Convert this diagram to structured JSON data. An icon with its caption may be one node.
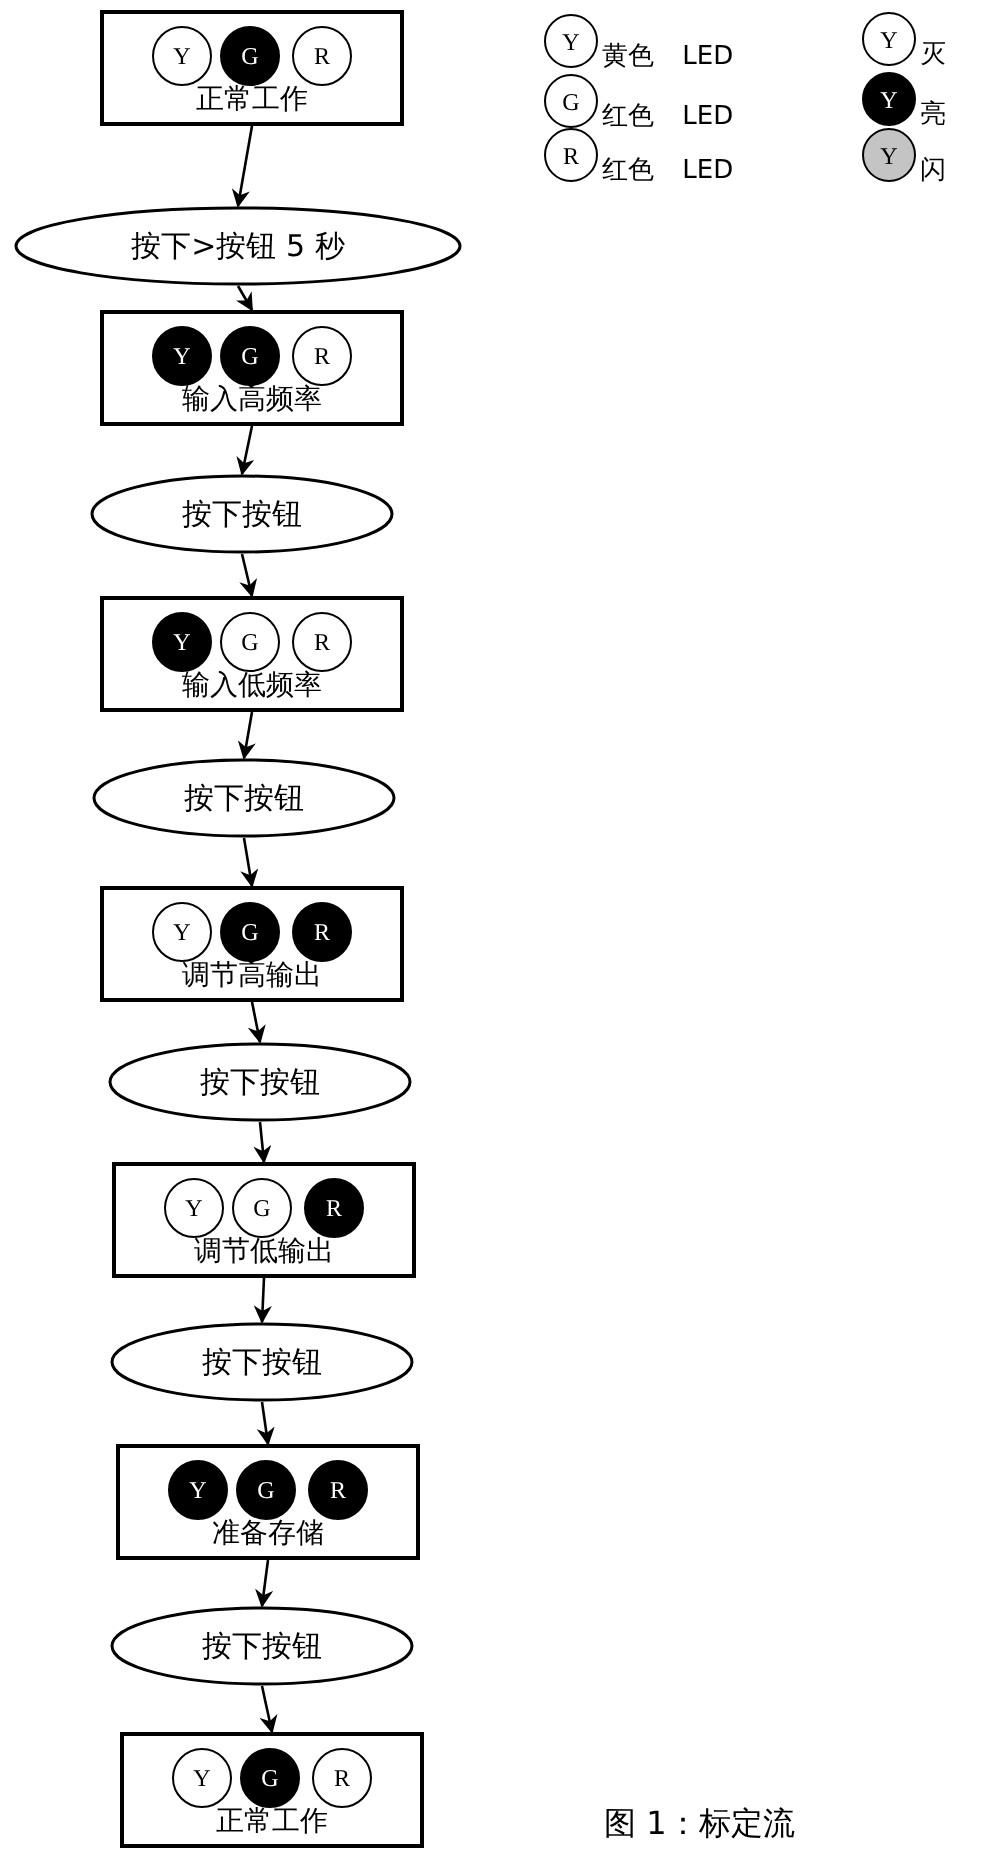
{
  "diagram": {
    "caption": "图 1：标定流",
    "nodes": [
      {
        "text": [
          "正常工作"
        ]
      },
      {
        "text": [
          "Y"
        ],
        "in": 0
      },
      {
        "text": [
          "G"
        ],
        "in": 0
      },
      {
        "text": [
          "R"
        ],
        "in": 0
      },
      {
        "text": [
          "按下>按钮 5 秒"
        ]
      },
      {
        "text": [
          "输入高频率"
        ]
      },
      {
        "text": [
          "Y"
        ],
        "in": 5
      },
      {
        "text": [
          "G"
        ],
        "in": 5
      },
      {
        "text": [
          "R"
        ],
        "in": 5
      },
      {
        "text": [
          "按下按钮"
        ]
      },
      {
        "text": [
          "输入低频率"
        ]
      },
      {
        "text": [
          "Y"
        ],
        "in": 10
      },
      {
        "text": [
          "G"
        ],
        "in": 10
      },
      {
        "text": [
          "R"
        ],
        "in": 10
      },
      {
        "text": [
          "按下按钮"
        ]
      },
      {
        "text": [
          "调节高输出"
        ]
      },
      {
        "text": [
          "Y"
        ],
        "in": 15
      },
      {
        "text": [
          "G"
        ],
        "in": 15
      },
      {
        "text": [
          "R"
        ],
        "in": 15
      },
      {
        "text": [
          "按下按钮"
        ]
      },
      {
        "text": [
          "调节低输出"
        ]
      },
      {
        "text": [
          "Y"
        ],
        "in": 20
      },
      {
        "text": [
          "G"
        ],
        "in": 20
      },
      {
        "text": [
          "R"
        ],
        "in": 20
      },
      {
        "text": [
          "按下按钮"
        ]
      },
      {
        "text": [
          "准备存储"
        ]
      },
      {
        "text": [
          "Y"
        ],
        "in": 25
      },
      {
        "text": [
          "G"
        ],
        "in": 25
      },
      {
        "text": [
          "R"
        ],
        "in": 25
      },
      {
        "text": [
          "按下按钮"
        ]
      },
      {
        "text": [
          "正常工作"
        ]
      },
      {
        "text": [
          "Y"
        ],
        "in": 30
      },
      {
        "text": [
          "G"
        ],
        "in": 30
      },
      {
        "text": [
          "R"
        ],
        "in": 30
      },
      {
        "text": [
          "Y"
        ],
        "beside": [
          "黄色 LED"
        ]
      },
      {
        "text": [
          "G"
        ],
        "beside": [
          "红色 LED"
        ]
      },
      {
        "text": [
          "R"
        ],
        "beside": [
          "红色 LED"
        ]
      },
      {
        "text": [
          "Y"
        ],
        "beside": [
          "灭"
        ]
      },
      {
        "text": [
          "Y"
        ],
        "beside": [
          "亮"
        ]
      },
      {
        "text": [
          "Y"
        ],
        "beside": [
          "闪"
        ]
      }
    ],
    "edges": [
      {
        "from": 0,
        "to": 4,
        "arrow": "to"
      },
      {
        "from": 4,
        "to": 5,
        "arrow": "to"
      },
      {
        "from": 5,
        "to": 9,
        "arrow": "to"
      },
      {
        "from": 9,
        "to": 10,
        "arrow": "to"
      },
      {
        "from": 10,
        "to": 14,
        "arrow": "to"
      },
      {
        "from": 14,
        "to": 15,
        "arrow": "to"
      },
      {
        "from": 15,
        "to": 19,
        "arrow": "to"
      },
      {
        "from": 19,
        "to": 20,
        "arrow": "to"
      },
      {
        "from": 20,
        "to": 24,
        "arrow": "to"
      },
      {
        "from": 24,
        "to": 25,
        "arrow": "to"
      },
      {
        "from": 25,
        "to": 29,
        "arrow": "to"
      },
      {
        "from": 29,
        "to": 30,
        "arrow": "to"
      }
    ]
  }
}
